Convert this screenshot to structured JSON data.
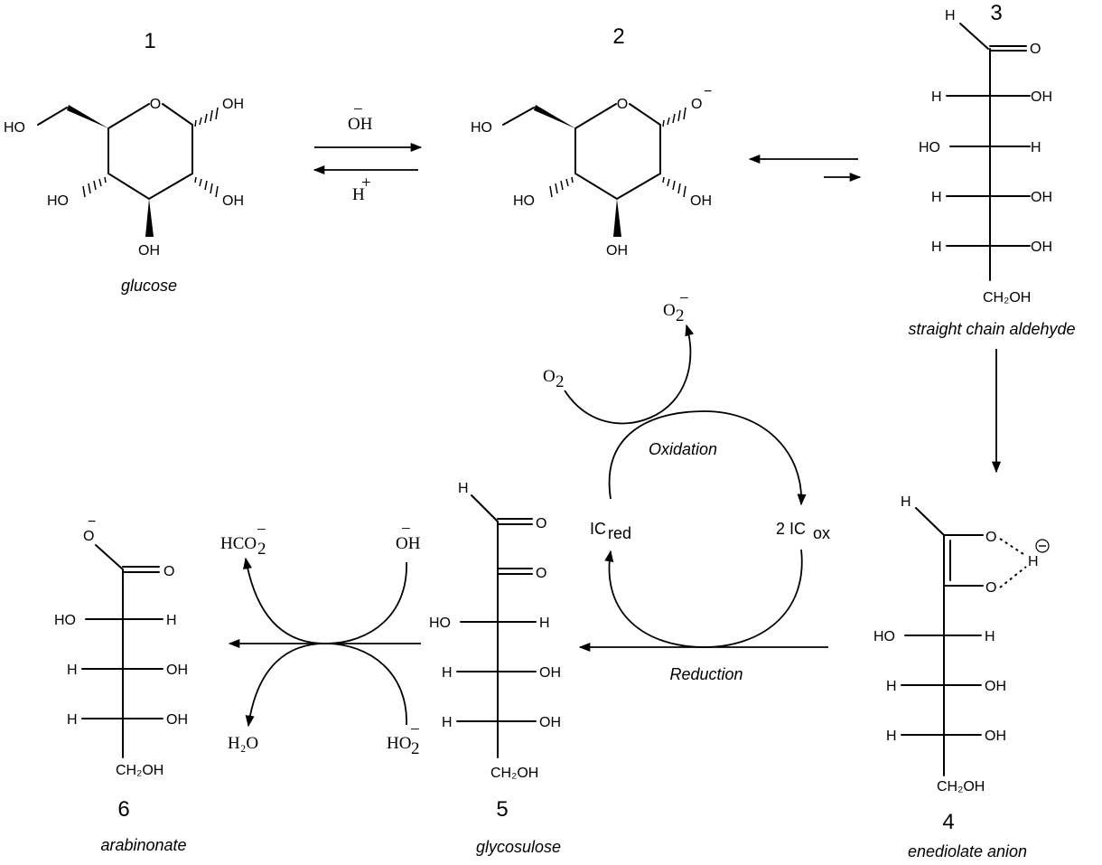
{
  "compounds": [
    {
      "number": "1",
      "name": "glucose"
    },
    {
      "number": "2",
      "name": ""
    },
    {
      "number": "3",
      "name": "straight chain aldehyde"
    },
    {
      "number": "4",
      "name": "enediolate anion"
    },
    {
      "number": "5",
      "name": "glycosulose"
    },
    {
      "number": "6",
      "name": "arabinonate"
    }
  ],
  "reagents": {
    "hydroxide": "OH",
    "proton": "H",
    "oxygen": "O",
    "superoxide": "O",
    "formate": "HCO",
    "water": "H2O",
    "peroxide": "HO"
  },
  "catalyst": {
    "reduced": "IC",
    "reduced_sub": "red",
    "oxidized_coef": "2 IC",
    "oxidized_sub": "ox"
  },
  "process_labels": {
    "oxidation": "Oxidation",
    "reduction": "Reduction"
  },
  "atoms": {
    "O": "O",
    "OH": "OH",
    "HO": "HO",
    "H": "H",
    "CH2OH": "CH₂OH",
    "Ominus": "O",
    "minus": "−",
    "H2O": "H₂O"
  }
}
